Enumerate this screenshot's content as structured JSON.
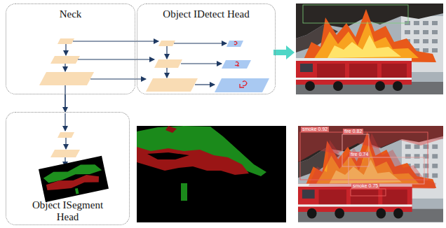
{
  "diagram": {
    "nodes": [
      {
        "text": [
          "Neck"
        ]
      },
      {
        "text": [
          "Object IDetect Head"
        ]
      },
      {
        "text": [
          "Object ISegment Head"
        ]
      }
    ],
    "edges": [
      {
        "from": 0,
        "to": 2,
        "arrow": "to"
      }
    ],
    "labels": [
      "smoke 0.92",
      "fire 0.82",
      "fire 0.74",
      "smoke 0.75"
    ]
  }
}
